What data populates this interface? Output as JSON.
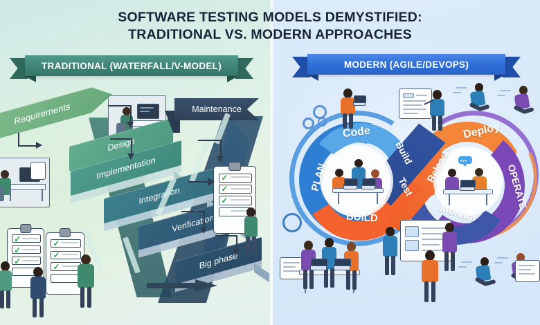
{
  "title": {
    "line1": "SOFTWARE TESTING MODELS DEMYSTIFIED:",
    "line2": "TRADITIONAL VS. MODERN APPROACHES"
  },
  "panels": {
    "left": {
      "banner": "TRADITIONAL (WATERFALL/V-MODEL)",
      "banner_color": "#3f8475",
      "background_color": "#dbf0e6",
      "steps": [
        {
          "label": "Requirements",
          "color": "#66a97a"
        },
        {
          "label": "Design",
          "color": "#4e9b82"
        },
        {
          "label": "Implementation",
          "color": "#3f8a7e"
        },
        {
          "label": "Integration",
          "color": "#356f80"
        },
        {
          "label": "Verification",
          "color": "#2d5672"
        },
        {
          "label": "Big phase",
          "color": "#294a64"
        },
        {
          "label": "Maintenance",
          "color": "#2f4259"
        }
      ]
    },
    "right": {
      "banner": "MODERN (AGILE/DEVOPS)",
      "banner_color": "#2f6fd8",
      "background_color": "#d9e9fa",
      "loop_labels": [
        {
          "label": "PLAN",
          "color": "#2e7fd4"
        },
        {
          "label": "Code",
          "color": "#58a8e8"
        },
        {
          "label": "Build",
          "color": "#31539f"
        },
        {
          "label": "Test",
          "color": "#f4622d"
        },
        {
          "label": "BUILD",
          "color": "#f4622d"
        },
        {
          "label": "Release",
          "color": "#ef6024"
        },
        {
          "label": "Deploy",
          "color": "#f4863a"
        },
        {
          "label": "OPERATE",
          "color": "#7b48b8"
        },
        {
          "label": "Monitor",
          "color": "#3f57a8"
        }
      ]
    }
  },
  "icons": {
    "gear": "gear-icon",
    "speech_bubble": "speech-bubble-icon",
    "clipboard": "clipboard-checklist-icon",
    "checkmark": "✓",
    "laptop": "laptop-icon",
    "runner": "running-person-icon",
    "whiteboard": "whiteboard-icon",
    "monitor": "desktop-monitor-icon"
  }
}
